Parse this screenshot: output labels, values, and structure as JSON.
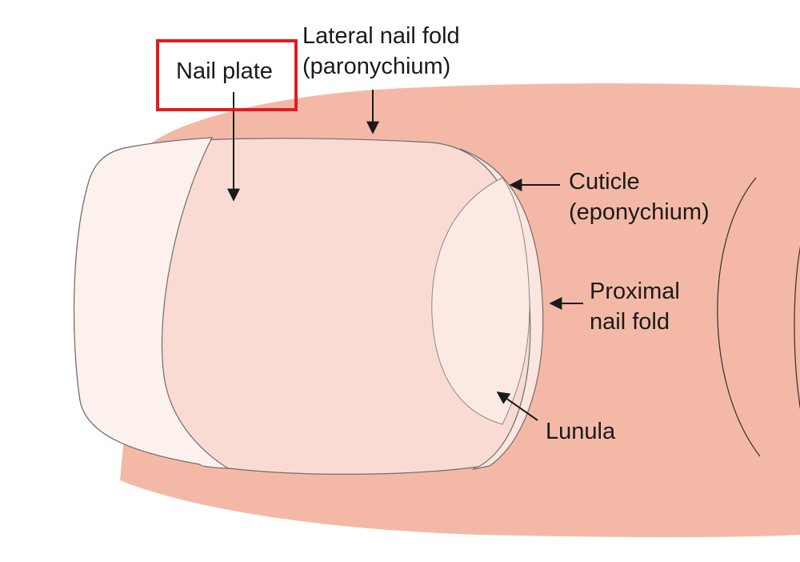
{
  "labels": {
    "nail_plate": "Nail plate",
    "lateral_fold_line1": "Lateral nail fold",
    "lateral_fold_line2": "(paronychium)",
    "cuticle_line1": "Cuticle",
    "cuticle_line2": "(eponychium)",
    "proximal_line1": "Proximal",
    "proximal_line2": "nail fold",
    "lunula": "Lunula"
  },
  "colors": {
    "skin": "#f4b9a6",
    "nail_plate": "#fadbd3",
    "free_edge": "#fdf1ee",
    "lunula": "#fce9e4",
    "outline": "#6e6e6e",
    "text": "#1a1a1a",
    "highlight": "#e01b24"
  }
}
